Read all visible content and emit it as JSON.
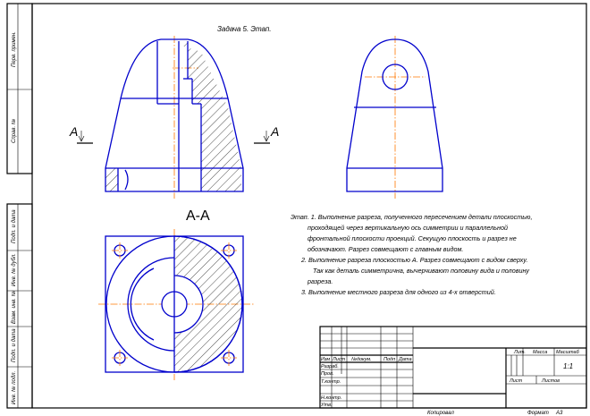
{
  "title": "Задача 5. Этап.",
  "section_marker": "А",
  "section_title": "А-А",
  "notes": [
    "Этап. 1. Выполнение разреза, полученного пересечением детали плоскостью,",
    "проходящей через вертикальную ось симметрии и параллельной",
    "фронтальной плоскости проекций. Секущую плоскость и разрез не",
    "обозначают. Разрез совмещают с главным видом.",
    "2. Выполнение разреза плоскостью А. Разрез совмещают с видом сверху.",
    "Так как деталь симметрична, вычерчивают половину вида и половину",
    "разреза.",
    "3. Выполнение местного разреза для одного из 4-х отверстий."
  ],
  "side_stamp": [
    "Перв. примен.",
    "Справ. №",
    "Подп. и дата",
    "Инв. № дубл.",
    "Взам. инв. №",
    "Подп. и дата",
    "Инв. № подл."
  ],
  "title_block": {
    "columns": [
      "Изм",
      "Лист",
      "№докум.",
      "Подп",
      "Дата"
    ],
    "rows": [
      "Разраб.",
      "Пров.",
      "Т.контр.",
      "Н.контр.",
      "Утв."
    ],
    "lit": "Лит.",
    "mass": "Масса",
    "scale": "Масштаб",
    "scale_value": "1:1",
    "sheet": "Лист",
    "sheets": "Листов"
  },
  "footer": {
    "copied": "Копировал",
    "format": "Формат",
    "format_value": "А3"
  },
  "colors": {
    "outline": "#0000cc",
    "centerline": "#ff7700",
    "frame": "#000000"
  }
}
